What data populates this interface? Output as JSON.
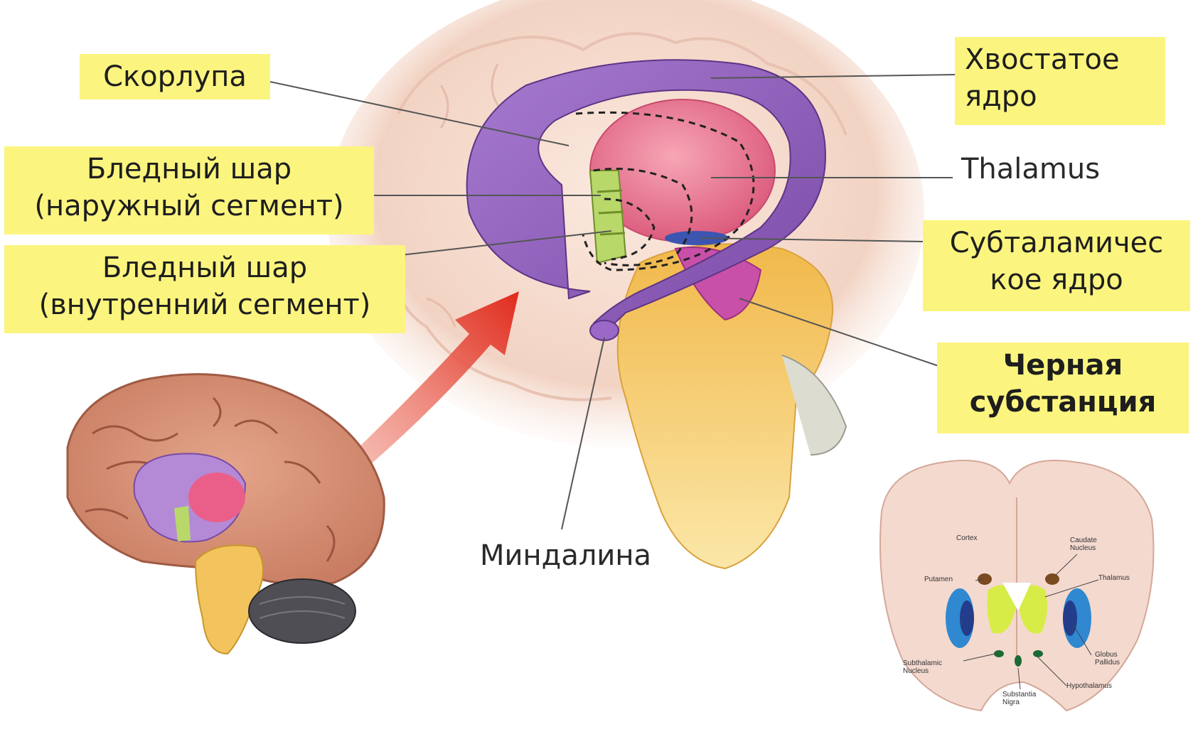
{
  "labels": {
    "putamen": "Скорлупа",
    "caudate_line1": "Хвостатое",
    "caudate_line2": "ядро",
    "thalamus": "Thalamus",
    "gpe_line1": "Бледный шар",
    "gpe_line2": "(наружный сегмент)",
    "gpi_line1": "Бледный шар",
    "gpi_line2": "(внутренний сегмент)",
    "stn_line1": "Субталамичес",
    "stn_line2": "кое ядро",
    "sn_line1": "Черная",
    "sn_line2": "субстанция",
    "amygdala": "Миндалина"
  },
  "inset": {
    "cortex": "Cortex",
    "caudate_line1": "Caudate",
    "caudate_line2": "Nucleus",
    "putamen": "Putamen",
    "thalamus": "Thalamus",
    "subthalamic_line1": "Subthalamic",
    "subthalamic_line2": "Nucleus",
    "globus_line1": "Globus",
    "globus_line2": "Pallidus",
    "substantia_line1": "Substantia",
    "substantia_line2": "Nigra",
    "hypothalamus": "Hypothalamus"
  },
  "colors": {
    "label_bg": "#fbf57f",
    "caudate": "#8e58b8",
    "thalamus": "#e9708f",
    "globus_pallidus": "#b9d86a",
    "brainstem": "#f3c15a",
    "cortex": "#f2cfc0",
    "arrow": "#e03a2a"
  }
}
